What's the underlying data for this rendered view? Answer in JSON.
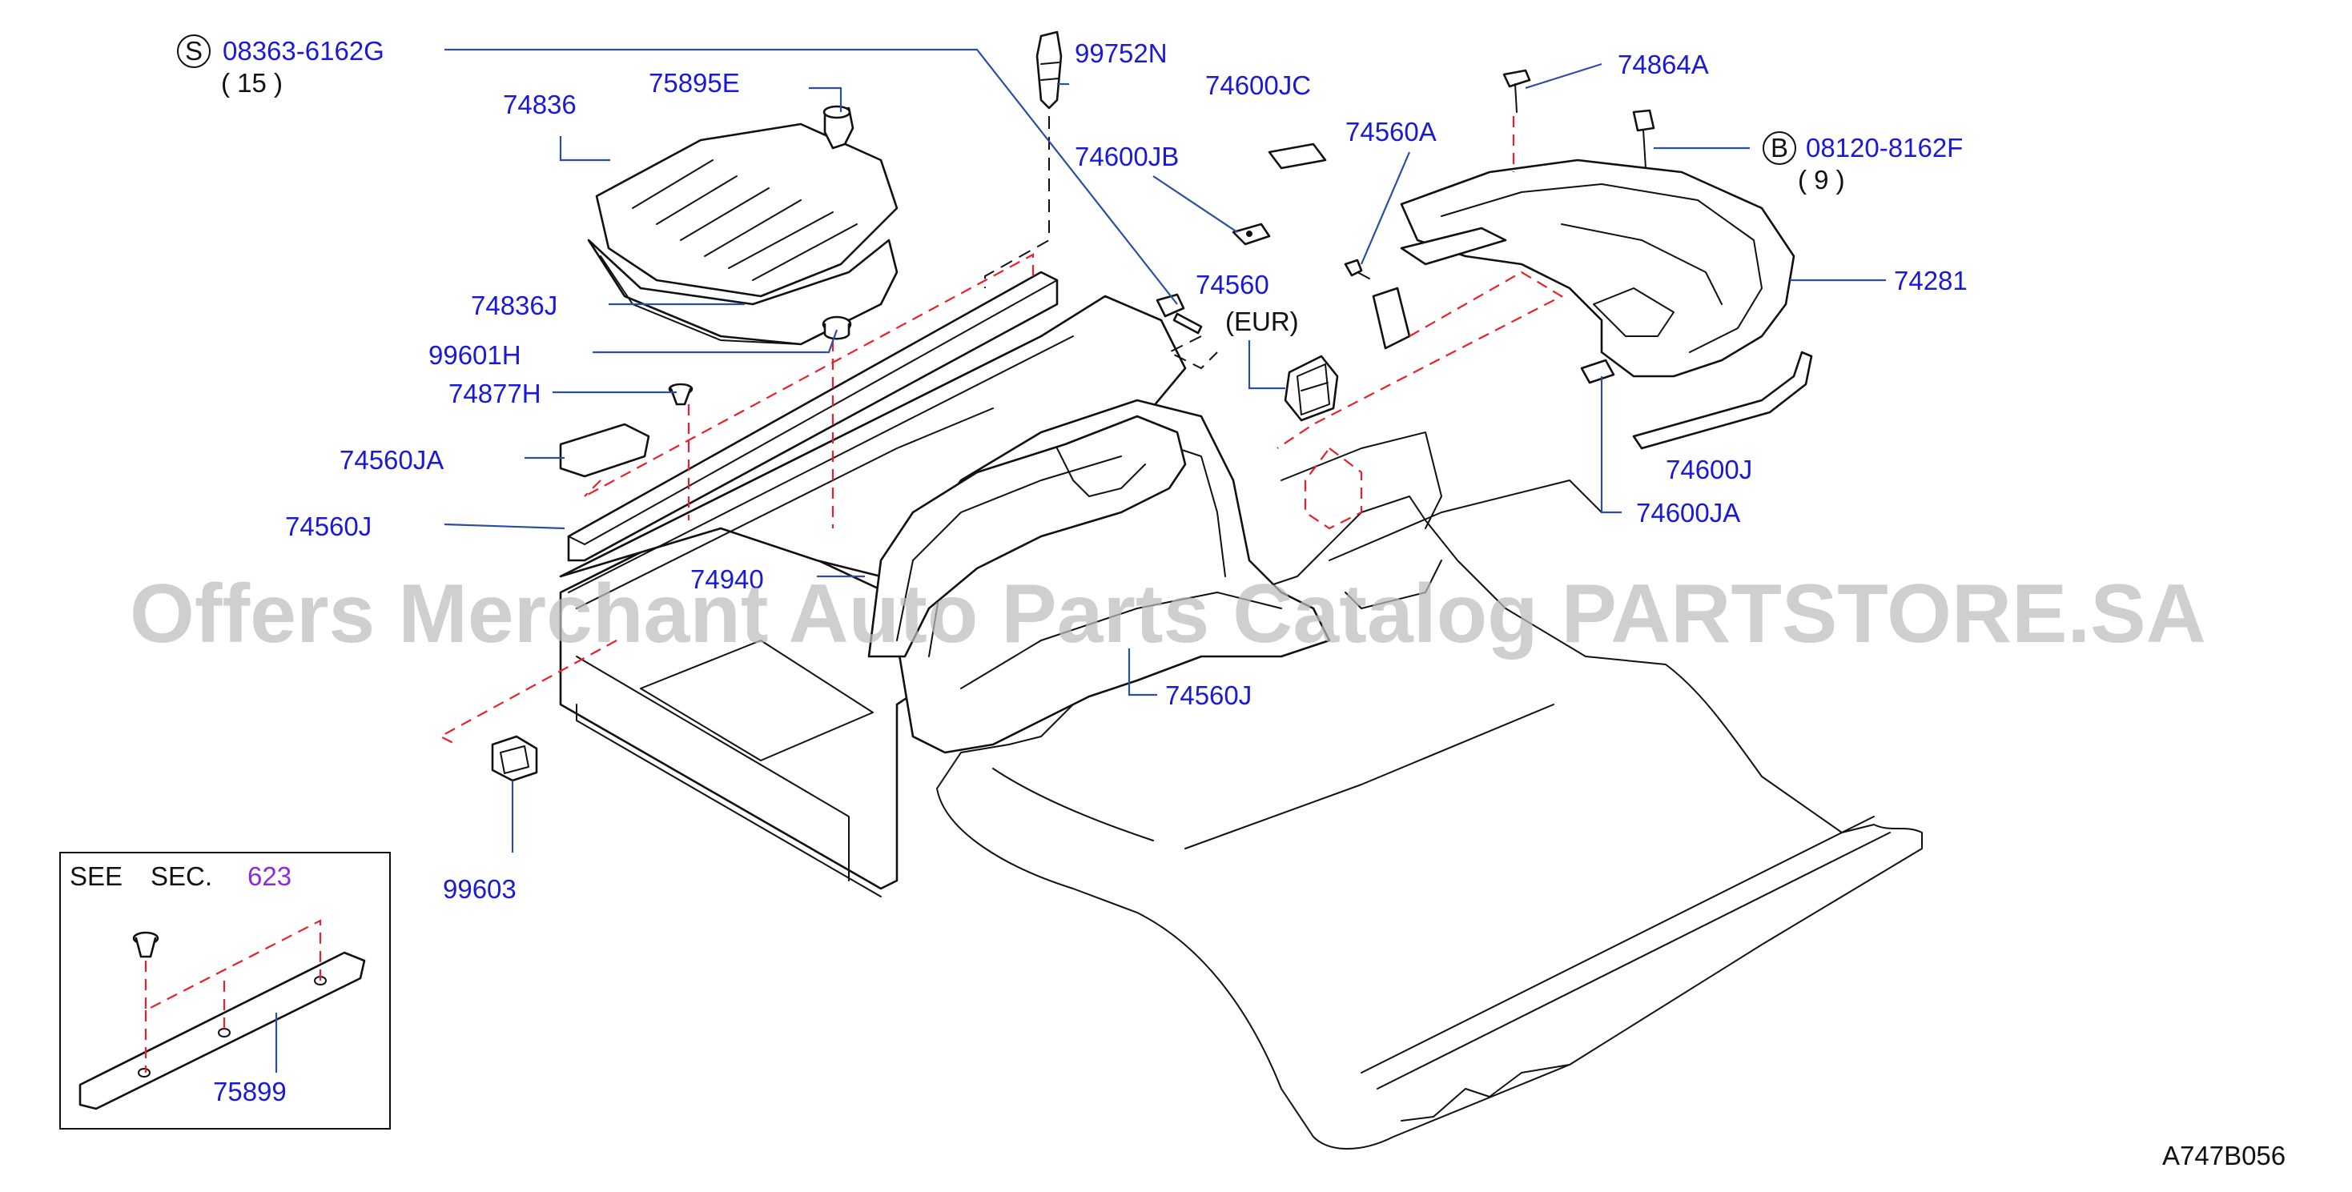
{
  "watermark": "Offers Merchant Auto Parts Catalog PARTSTORE.SA",
  "diagram_code": "A747B056",
  "callouts": {
    "s_prefix": "S",
    "s_part": "08363-6162G",
    "s_qty": "( 15 )",
    "b_prefix": "B",
    "b_part": "08120-8162F",
    "b_qty": "( 9 )"
  },
  "parts": {
    "p74836": "74836",
    "p75895E": "75895E",
    "p74836J": "74836J",
    "p99601H": "99601H",
    "p74877H": "74877H",
    "p74560JA": "74560JA",
    "p74560J_a": "74560J",
    "p74940": "74940",
    "p99752N": "99752N",
    "p74600JC": "74600JC",
    "p74600JB": "74600JB",
    "p74560A": "74560A",
    "p74560": "74560",
    "eur": "(EUR)",
    "p74864A": "74864A",
    "p74281": "74281",
    "p74600J": "74600J",
    "p74600JA": "74600JA",
    "p74560J_b": "74560J",
    "p99603": "99603",
    "p75899": "75899"
  },
  "inset": {
    "see": "SEE",
    "sec": "SEC.",
    "sec_num": "623"
  },
  "colors": {
    "label": "#1a1ad6",
    "leader": "#2a4fa0",
    "dashed_guide": "#e8202a",
    "section_link": "#8a2be2"
  }
}
